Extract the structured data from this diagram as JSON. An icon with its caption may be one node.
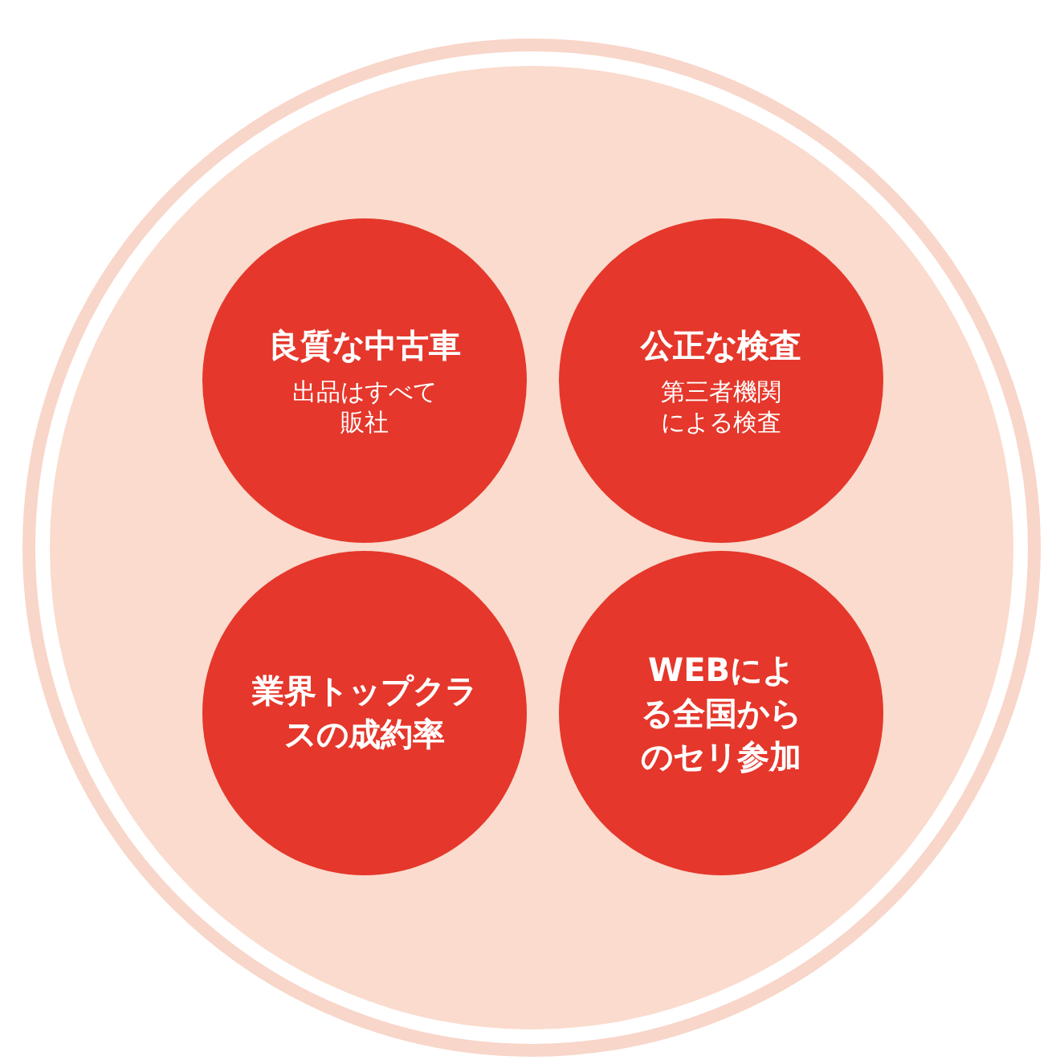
{
  "diagram": {
    "nodes": [
      {
        "text": [],
        "shape": "circle"
      },
      {
        "text": [
          "良質な中古車",
          "出品はすべて販社"
        ],
        "in": 0
      },
      {
        "text": [
          "公正な検査",
          "第三者機関による検査"
        ],
        "in": 0
      },
      {
        "text": [
          "業界トップクラスの成約率"
        ],
        "in": 0
      },
      {
        "text": [
          "WEBによる全国からのセリ参加"
        ],
        "in": 0
      }
    ]
  }
}
